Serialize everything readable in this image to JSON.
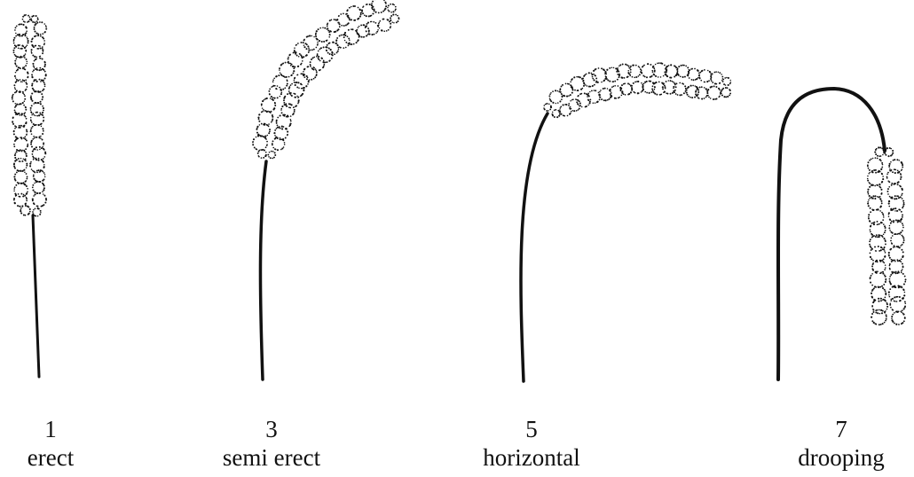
{
  "stages": [
    {
      "score": "1",
      "label": "erect"
    },
    {
      "score": "3",
      "label": "semi erect"
    },
    {
      "score": "5",
      "label": "horizontal"
    },
    {
      "score": "7",
      "label": "drooping"
    }
  ],
  "colors": {
    "ink": "#111111",
    "background": "#ffffff"
  }
}
